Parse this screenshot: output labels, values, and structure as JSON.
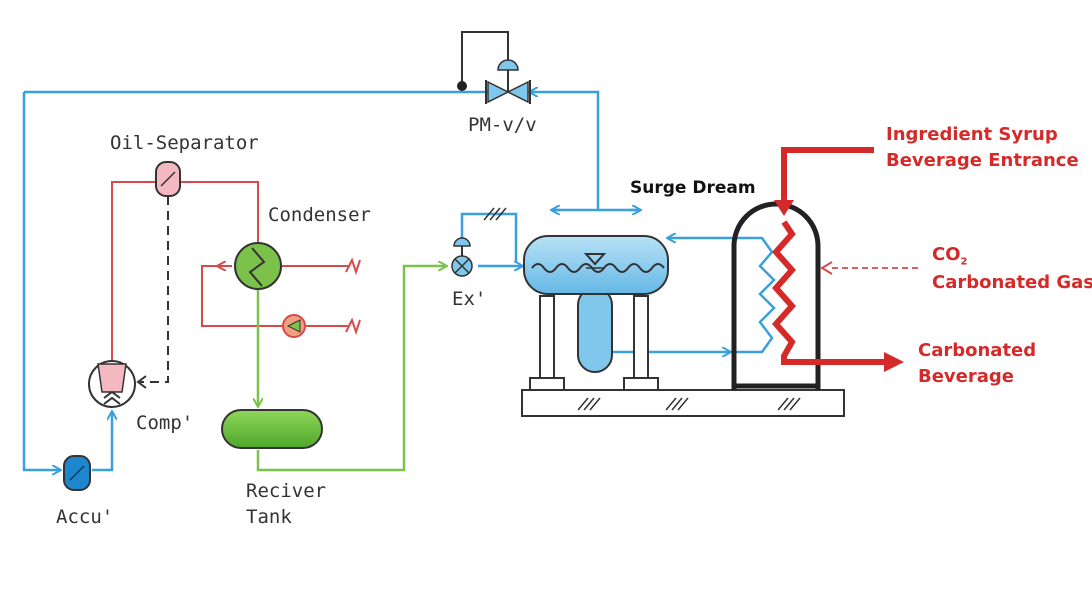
{
  "labels": {
    "oil_separator": "Oil-Separator",
    "condenser": "Condenser",
    "compressor": "Comp'",
    "accumulator": "Accu'",
    "receiver_line1": "Reciver",
    "receiver_line2": "Tank",
    "pm_valve": "PM-v/v",
    "expansion_valve": "Ex'",
    "surge_drum": "Surge Dream",
    "syrup_line1": "Ingredient Syrup",
    "syrup_line2": "Beverage Entrance",
    "co2_main": "CO",
    "co2_sub": "2",
    "co2_label": "Carbonated Gas",
    "output_line1": "Carbonated",
    "output_line2": "Beverage"
  },
  "colors": {
    "blue_line": "#3aa0dc",
    "red_line": "#d84a4a",
    "green_line": "#7cc24a",
    "bright_red": "#d42a2a",
    "tank_blue": "#7fc8ec",
    "receiver_green": "#6cc23a",
    "sep_pink": "#f3b8c0",
    "accu_blue": "#1e86cc"
  }
}
